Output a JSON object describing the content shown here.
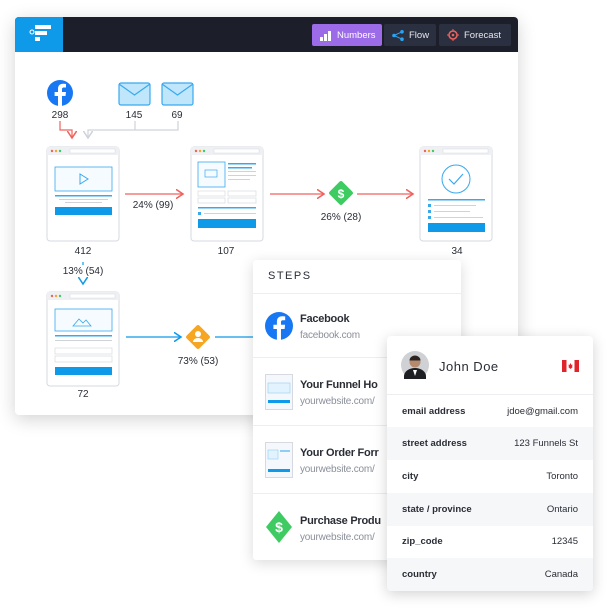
{
  "header": {
    "tabs": [
      {
        "label": "Numbers",
        "icon": "bar-chart-icon",
        "active": true
      },
      {
        "label": "Flow",
        "icon": "share-icon"
      },
      {
        "label": "Forecast",
        "icon": "crosshair-icon"
      }
    ]
  },
  "sources": [
    {
      "icon": "facebook-icon",
      "count": "298"
    },
    {
      "icon": "email-icon",
      "count": "145"
    },
    {
      "icon": "email-icon",
      "count": "69"
    }
  ],
  "pages": {
    "optin": "412",
    "order": "107",
    "thanks": "34",
    "upsell": "72"
  },
  "conversions": {
    "optin_to_order": "24% (99)",
    "order_to_purchase": "26% (28)",
    "optin_to_upsell": "13% (54)",
    "upsell_to_lead": "73% (53)"
  },
  "colors": {
    "accent": "#0f9ae9",
    "purple": "#9b6be8",
    "red": "#f0625d",
    "green": "#3ecb62",
    "orange": "#f6a623"
  },
  "steps": {
    "title": "STEPS",
    "items": [
      {
        "title": "Facebook",
        "sub": "facebook.com"
      },
      {
        "title": "Your Funnel Ho",
        "sub": "yourwebsite.com/"
      },
      {
        "title": "Your Order Forr",
        "sub": "yourwebsite.com/"
      },
      {
        "title": "Purchase Produ",
        "sub": "yourwebsite.com/"
      }
    ]
  },
  "contact": {
    "name": "John Doe",
    "fields": [
      {
        "k": "email address",
        "v": "jdoe@gmail.com"
      },
      {
        "k": "street address",
        "v": "123 Funnels St"
      },
      {
        "k": "city",
        "v": "Toronto"
      },
      {
        "k": "state / province",
        "v": "Ontario"
      },
      {
        "k": "zip_code",
        "v": "12345"
      },
      {
        "k": "country",
        "v": "Canada"
      }
    ]
  }
}
